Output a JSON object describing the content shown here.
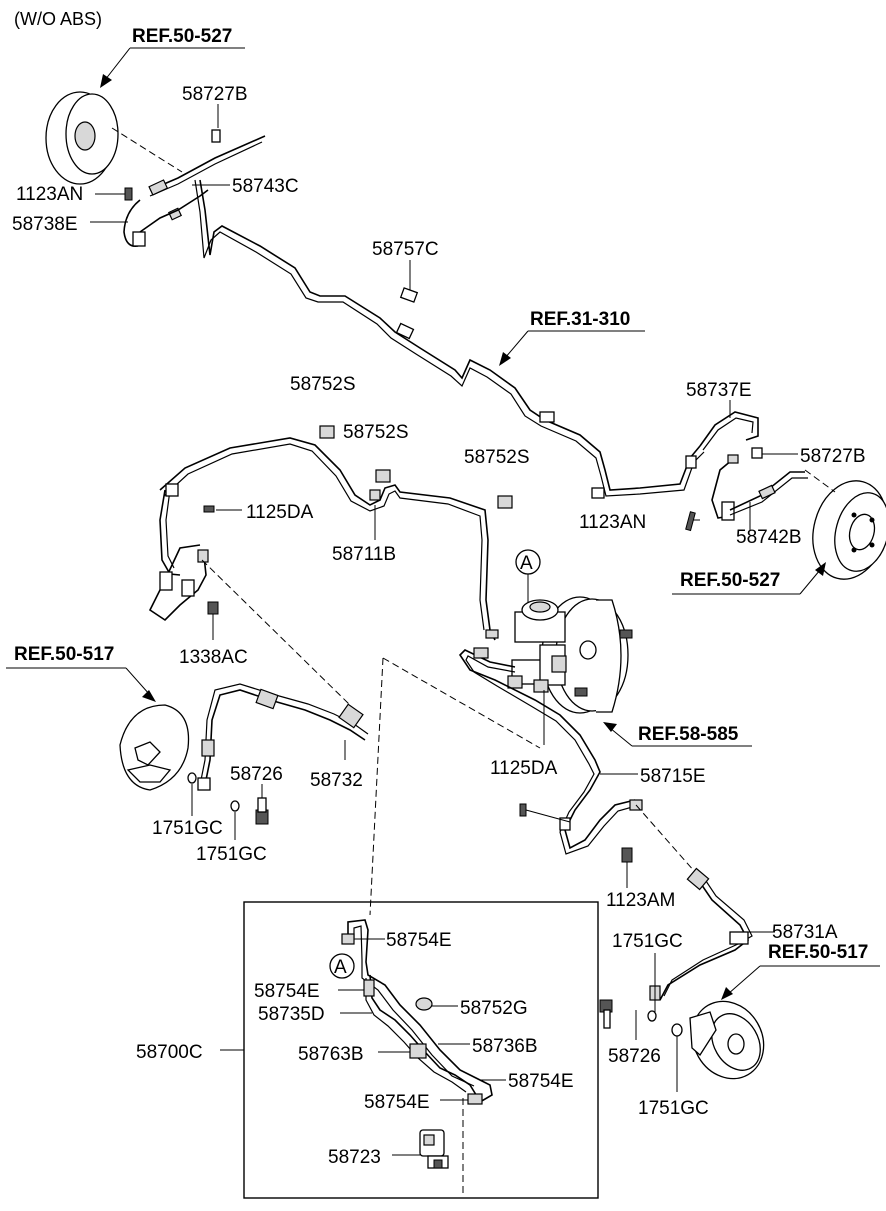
{
  "header": {
    "variant_note": "(W/O ABS)"
  },
  "references": {
    "front_left_brake_top": "REF.50-527",
    "fuel_line": "REF.31-310",
    "rear_drum_right": "REF.50-527",
    "front_left_brake": "REF.50-517",
    "booster": "REF.58-585",
    "front_right_brake": "REF.50-517"
  },
  "parts": {
    "p58727B_top": "58727B",
    "p1123AN_top": "1123AN",
    "p58743C": "58743C",
    "p58738E": "58738E",
    "p58757C": "58757C",
    "p58752S_a": "58752S",
    "p58752S_b": "58752S",
    "p58752S_c": "58752S",
    "p58737E": "58737E",
    "p58727B_right": "58727B",
    "p1123AN_right": "1123AN",
    "p58742B": "58742B",
    "p1125DA_left": "1125DA",
    "p58711B": "58711B",
    "p1338AC": "1338AC",
    "p58726_left": "58726",
    "p58732": "58732",
    "p1751GC_l1": "1751GC",
    "p1751GC_l2": "1751GC",
    "p1125DA_center": "1125DA",
    "p58715E": "58715E",
    "p1123AM": "1123AM",
    "p58731A": "58731A",
    "p1751GC_r1": "1751GC",
    "p58726_right": "58726",
    "p1751GC_r2": "1751GC",
    "p58700C": "58700C"
  },
  "inset": {
    "p58754E_1": "58754E",
    "p58754E_2": "58754E",
    "p58735D": "58735D",
    "p58752G": "58752G",
    "p58763B": "58763B",
    "p58736B": "58736B",
    "p58754E_3": "58754E",
    "p58754E_4": "58754E",
    "p58723": "58723"
  },
  "markers": {
    "circle_a_main": "A",
    "circle_a_inset": "A"
  }
}
